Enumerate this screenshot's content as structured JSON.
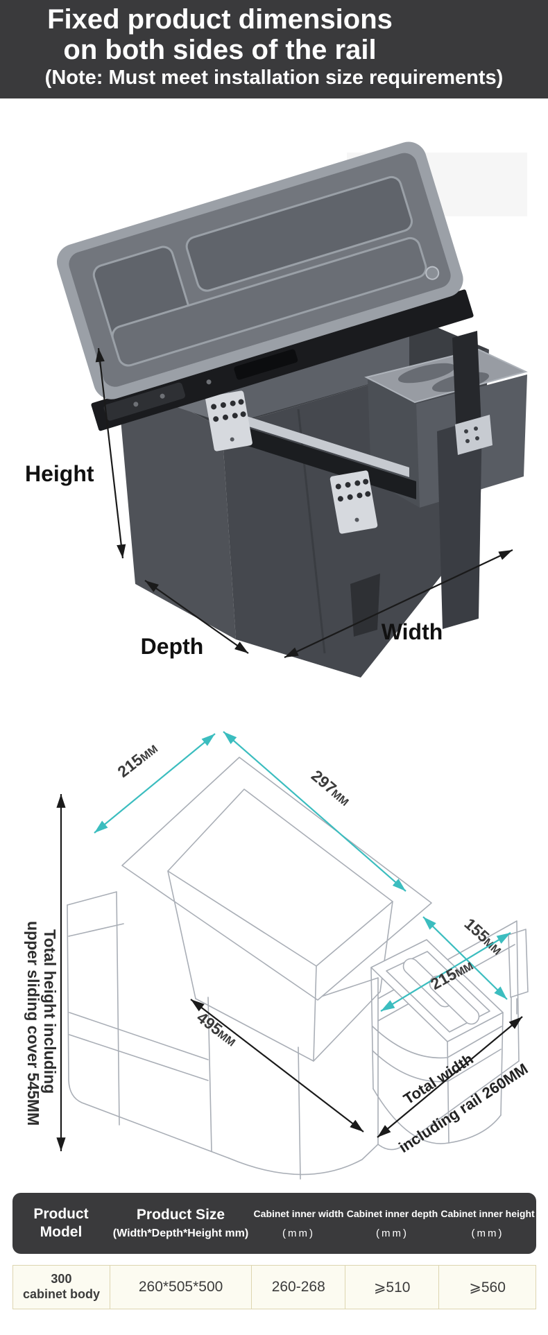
{
  "header": {
    "title_line1": "Fixed product dimensions",
    "title_line2": "on both sides of the rail",
    "note": "(Note: Must meet installation size requirements)"
  },
  "photo": {
    "height_label": "Height",
    "depth_label": "Depth",
    "width_label": "Width"
  },
  "diagram": {
    "dims": {
      "cover_width": {
        "value": "215",
        "unit": "MM"
      },
      "cover_depth": {
        "value": "297",
        "unit": "MM"
      },
      "small_lid_width": {
        "value": "155",
        "unit": "MM"
      },
      "front_width": {
        "value": "215",
        "unit": "MM"
      },
      "body_depth": {
        "value": "495",
        "unit": "MM"
      }
    },
    "total_height_line1": "Total height including",
    "total_height_line2": "upper sliding cover 545MM",
    "total_width_line1": "Total width",
    "total_width_line2": "including rail 260MM"
  },
  "table": {
    "headers": [
      {
        "line1": "Product",
        "line2": "Model"
      },
      {
        "line1": "Product Size",
        "line2": "(Width*Depth*Height mm)"
      },
      {
        "line1": "Cabinet inner width",
        "line2": "(mm)"
      },
      {
        "line1": "Cabinet inner depth",
        "line2": "(mm)"
      },
      {
        "line1": "Cabinet inner height",
        "line2": "(mm)"
      }
    ],
    "row": {
      "model_line1": "300",
      "model_line2": "cabinet body",
      "size": "260*505*500",
      "inner_width": "260-268",
      "inner_depth": "⩾510",
      "inner_height": "⩾560"
    }
  },
  "colors": {
    "banner_bg": "#3a3a3c",
    "accent_teal": "#3bbdbf",
    "wireframe_gray": "#a9aeb6",
    "table_border": "#ddd5b0",
    "row_bg": "#fcfbf1"
  }
}
